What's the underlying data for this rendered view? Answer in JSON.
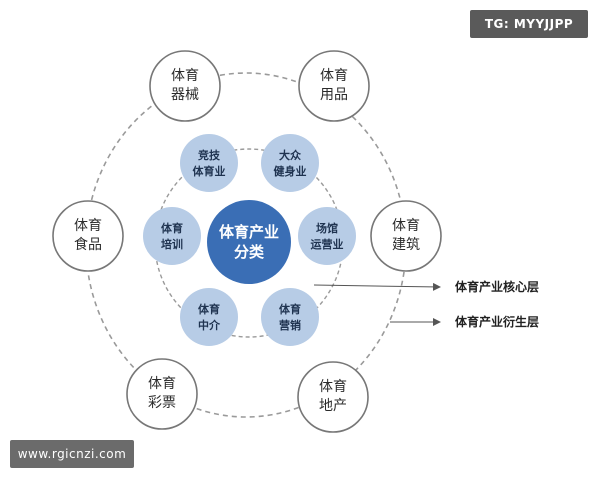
{
  "watermarks": {
    "top_right": "TG: MYYJJPP",
    "bottom_left": "www.rgicnzi.com"
  },
  "diagram": {
    "center": {
      "line1": "体育产业",
      "line2": "分类"
    },
    "inner_nodes": [
      {
        "id": "jingji",
        "line1": "竞技",
        "line2": "体育业"
      },
      {
        "id": "dazhong",
        "line1": "大众",
        "line2": "健身业"
      },
      {
        "id": "changguan",
        "line1": "场馆",
        "line2": "运营业"
      },
      {
        "id": "yingxiao",
        "line1": "体育",
        "line2": "营销"
      },
      {
        "id": "zhongjie",
        "line1": "体育",
        "line2": "中介"
      },
      {
        "id": "peixun",
        "line1": "体育",
        "line2": "培训"
      }
    ],
    "outer_nodes": [
      {
        "id": "qixie",
        "line1": "体育",
        "line2": "器械"
      },
      {
        "id": "yongpin",
        "line1": "体育",
        "line2": "用品"
      },
      {
        "id": "jianzhu",
        "line1": "体育",
        "line2": "建筑"
      },
      {
        "id": "dichan",
        "line1": "体育",
        "line2": "地产"
      },
      {
        "id": "caipiao",
        "line1": "体育",
        "line2": "彩票"
      },
      {
        "id": "shipin",
        "line1": "体育",
        "line2": "食品"
      }
    ],
    "legend": [
      {
        "id": "core",
        "label": "体育产业核心层"
      },
      {
        "id": "derived",
        "label": "体育产业衍生层"
      }
    ],
    "colors": {
      "center_fill": "#3a6eb5",
      "inner_fill": "#b7cce6",
      "outer_stroke": "#777777",
      "ring_stroke": "#9a9a9a"
    }
  }
}
